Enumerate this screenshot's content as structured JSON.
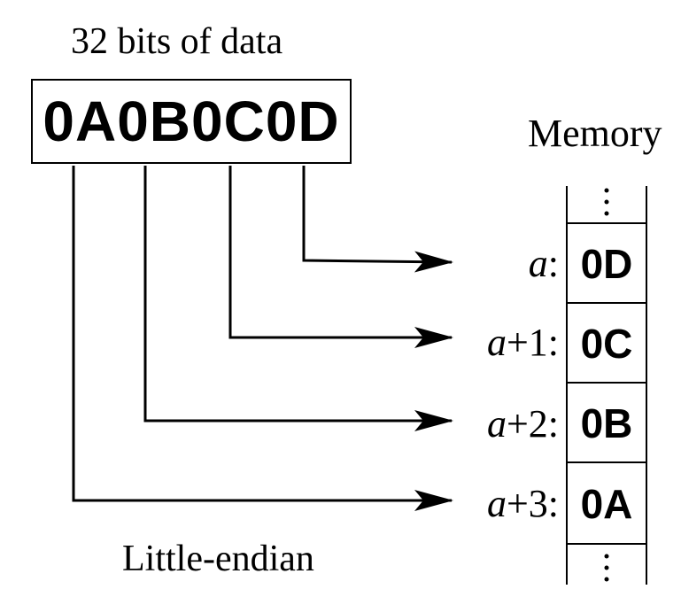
{
  "title": "32 bits of data",
  "data_value": "0A0B0C0D",
  "memory_title": "Memory",
  "footer": "Little-endian",
  "cells": [
    {
      "addr_var": "a",
      "addr_suffix": ":",
      "value": "0D"
    },
    {
      "addr_var": "a",
      "addr_suffix": "+1:",
      "value": "0C"
    },
    {
      "addr_var": "a",
      "addr_suffix": "+2:",
      "value": "0B"
    },
    {
      "addr_var": "a",
      "addr_suffix": "+3:",
      "value": "0A"
    }
  ]
}
